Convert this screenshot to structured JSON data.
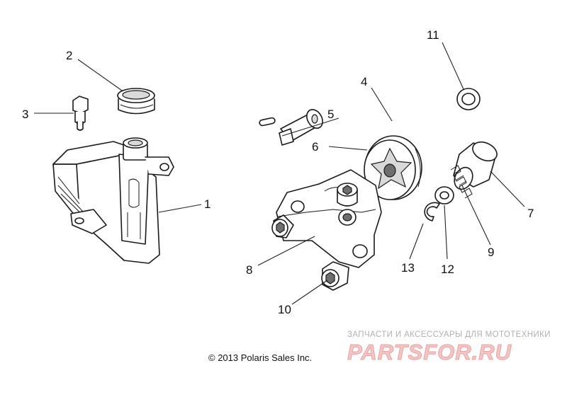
{
  "callouts": [
    "1",
    "2",
    "3",
    "4",
    "5",
    "6",
    "7",
    "8",
    "9",
    "10",
    "11",
    "12",
    "13"
  ],
  "copyright": "© 2013 Polaris Sales Inc.",
  "watermark": {
    "tagline": "ЗАПЧАСТИ И АКСЕССУАРЫ ДЛЯ МОТОТЕХНИКИ",
    "brand": "PARTSFOR.RU"
  }
}
